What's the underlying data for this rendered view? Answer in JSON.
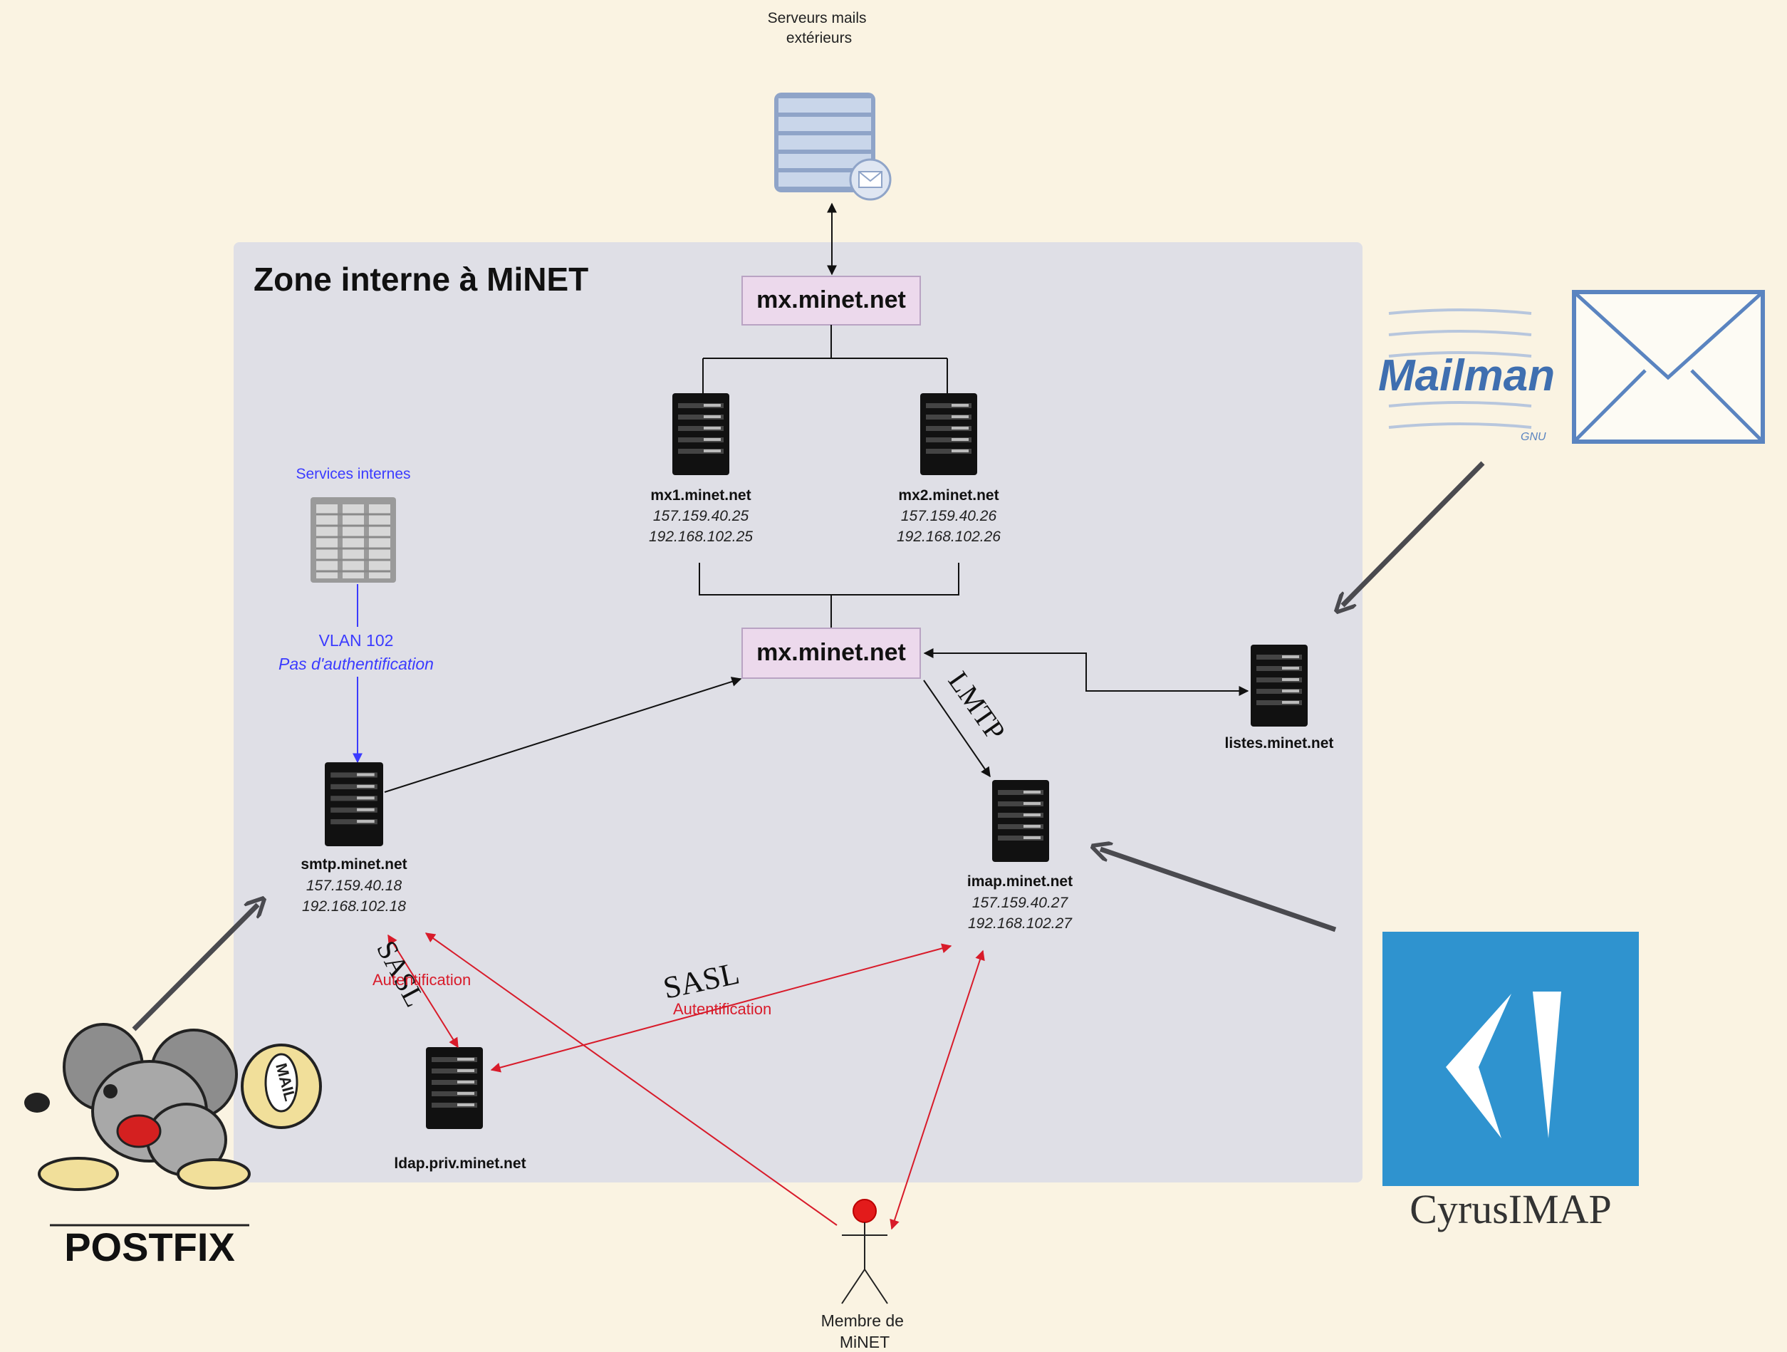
{
  "zone_title": "Zone interne à MiNET",
  "external": {
    "label_line1": "Serveurs mails",
    "label_line2": "extérieurs"
  },
  "mx_top": {
    "label": "mx.minet.net"
  },
  "mx_mid": {
    "label": "mx.minet.net"
  },
  "mx1": {
    "name": "mx1.minet.net",
    "ip_public": "157.159.40.25",
    "ip_private": "192.168.102.25"
  },
  "mx2": {
    "name": "mx2.minet.net",
    "ip_public": "157.159.40.26",
    "ip_private": "192.168.102.26"
  },
  "internal_services": {
    "label": "Services internes",
    "vlan": "VLAN 102",
    "auth": "Pas d'authentification"
  },
  "smtp": {
    "name": "smtp.minet.net",
    "ip_public": "157.159.40.18",
    "ip_private": "192.168.102.18"
  },
  "imap": {
    "name": "imap.minet.net",
    "ip_public": "157.159.40.27",
    "ip_private": "192.168.102.27"
  },
  "listes": {
    "name": "listes.minet.net"
  },
  "ldap": {
    "name": "ldap.priv.minet.net"
  },
  "edges": {
    "lmtp": "LMTP",
    "sasl_left": "SASL",
    "sasl_left_sub": "Autentification",
    "sasl_right": "SASL",
    "sasl_right_sub": "Autentification"
  },
  "member": {
    "line1": "Membre de",
    "line2": "MiNET"
  },
  "logos": {
    "mailman": {
      "text": "Mailman",
      "sub": "GNU"
    },
    "cyrus": {
      "text": "CyrusIMAP"
    },
    "postfix": {
      "text": "POSTFIX",
      "bag_text": "MAIL"
    }
  },
  "colors": {
    "background": "#faf3e2",
    "zone_fill": "#dfdfe6",
    "node_box": "#ecd9ec",
    "blue_link": "#3b3bff",
    "red_link": "#d81b2a",
    "cyrus_blue": "#2f93cf",
    "mailman_blue": "#3f6fb0"
  }
}
